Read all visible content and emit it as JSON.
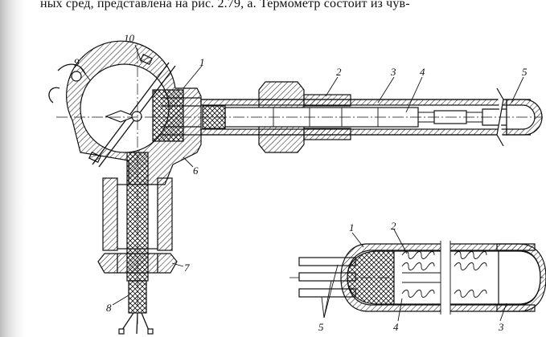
{
  "header": {
    "text": "ных сред, представлена на рис. 2.79, а. Термометр состоит из чув-"
  },
  "main_assembly": {
    "labels": {
      "l1": "1",
      "l2": "2",
      "l3": "3",
      "l4": "4",
      "l5": "5",
      "l6": "6",
      "l7": "7",
      "l8": "8",
      "l9": "9",
      "l10": "10"
    }
  },
  "detail_view": {
    "labels": {
      "d1": "1",
      "d2": "2",
      "d3": "3",
      "d4": "4",
      "d5": "5"
    }
  }
}
